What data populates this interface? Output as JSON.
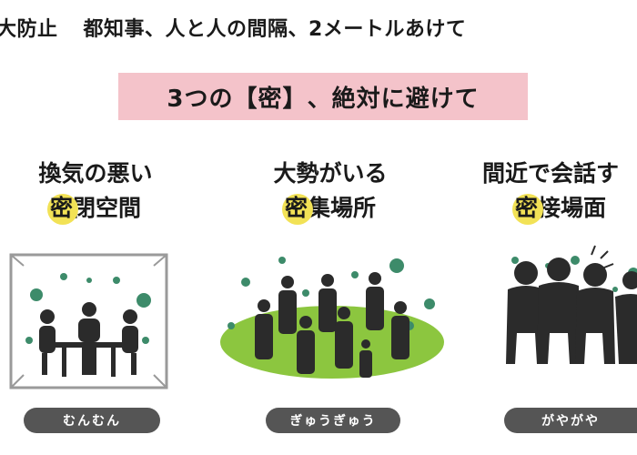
{
  "headline": {
    "left": "大防止",
    "right": "都知事、人と人の間隔、2メートルあけて"
  },
  "banner": {
    "pre": "3つの",
    "bracket_open": "【",
    "key": "密",
    "bracket_close": "】",
    "post": "、絶対に避けて"
  },
  "panels": [
    {
      "line1": "換気の悪い",
      "mitsu": "密",
      "line2_rest": "閉空間",
      "pill": "むんむん"
    },
    {
      "line1": "大勢がいる",
      "mitsu": "密",
      "line2_rest": "集場所",
      "pill": "ぎゅうぎゅう"
    },
    {
      "line1": "間近で会話す",
      "mitsu": "密",
      "line2_rest": "接場面",
      "pill": "がやがや"
    }
  ],
  "colors": {
    "banner_bg": "#f4c3ca",
    "highlight": "#f2e256",
    "virus": "#3d8b6a",
    "crowd_field": "#8cc63f",
    "pill_bg": "#555555",
    "figure": "#2b2b2b"
  },
  "icons": [
    "virus-icon",
    "meeting-room-icon",
    "crowd-icon",
    "conversation-icon"
  ]
}
